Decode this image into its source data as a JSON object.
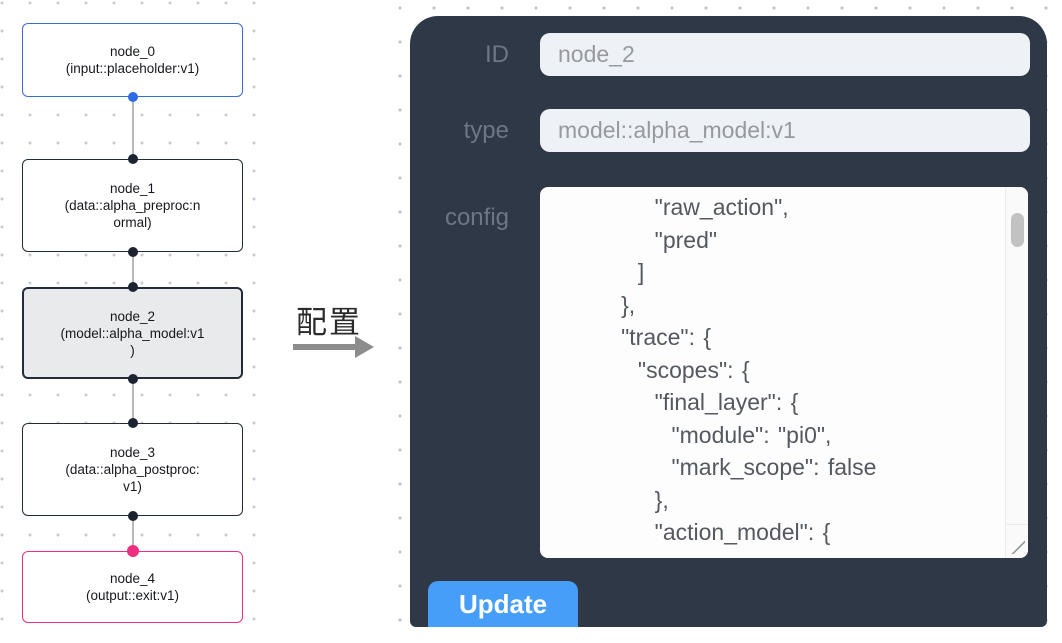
{
  "flow": {
    "nodes": [
      {
        "id": "node_0",
        "label": "node_0\n(input::placeholder:v1)",
        "kind": "input"
      },
      {
        "id": "node_1",
        "label": "node_1\n(data::alpha_preproc:n\normal)",
        "kind": "process"
      },
      {
        "id": "node_2",
        "label": "node_2\n(model::alpha_model:v1\n)",
        "kind": "selected"
      },
      {
        "id": "node_3",
        "label": "node_3\n(data::alpha_postproc:\nv1)",
        "kind": "process"
      },
      {
        "id": "node_4",
        "label": "node_4\n(output::exit:v1)",
        "kind": "output"
      }
    ]
  },
  "transfer": {
    "label": "配置"
  },
  "panel": {
    "fields": [
      {
        "label": "ID",
        "value": "node_2"
      },
      {
        "label": "type",
        "value": "model::alpha_model:v1"
      }
    ],
    "config": {
      "label": "config",
      "text": "            \"raw_action\",\n            \"pred\"\n          ]\n        },\n        \"trace\": {\n          \"scopes\": {\n            \"final_layer\": {\n              \"module\": \"pi0\",\n              \"mark_scope\": false\n            },\n            \"action_model\": {"
    },
    "update_button": "Update"
  },
  "colors": {
    "panel_bg": "#2f3847",
    "input_bg": "#eef1f6",
    "button_blue": "#479ef8",
    "node_blue_border": "#3a6bd8",
    "node_dark_border": "#232c3d",
    "node_pink_border": "#ee2f7f",
    "selected_node_bg": "#e9eaeb",
    "port_blue": "#2e6be5",
    "port_dark": "#1c2433",
    "edge_gray": "#b8b8b8"
  }
}
